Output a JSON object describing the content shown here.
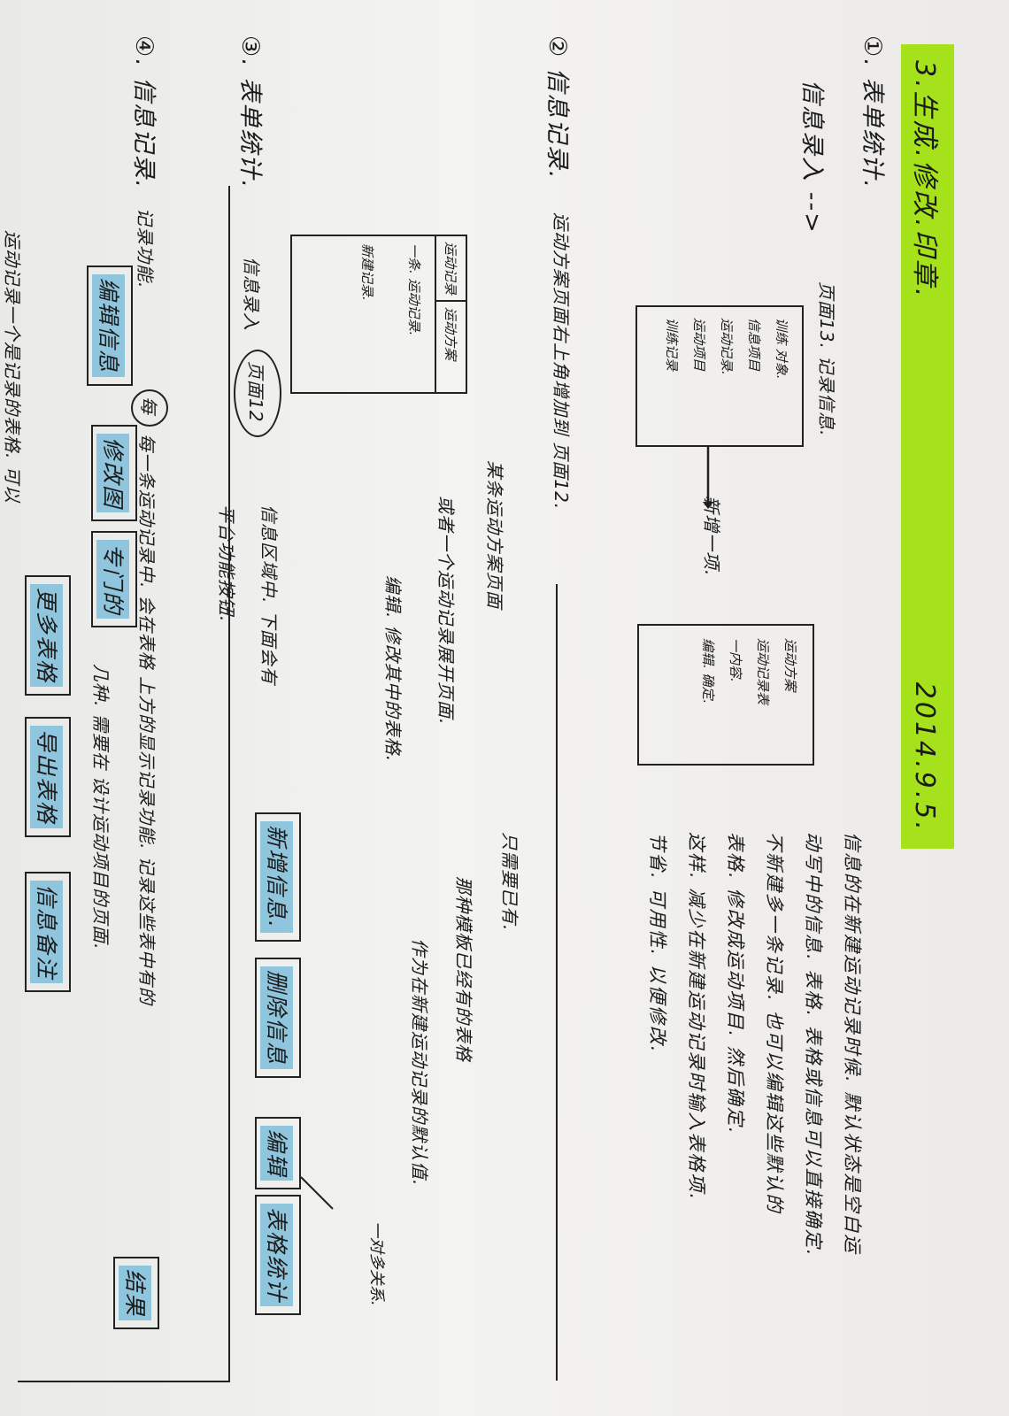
{
  "header": {
    "title": "3.生成.修改.印章.",
    "date": "2014.9.5."
  },
  "s1": {
    "heading": "①. 表单统计.",
    "sub": "信息录入 -->",
    "page13_label": "页面13. 记录信息.",
    "box1_lines": [
      "训练 对象.",
      "信息项目",
      "运动记录.",
      "运动项目",
      "训练记录"
    ],
    "arrow_text": "新增一项.",
    "box2_lines": [
      "运动方案",
      "运动记录表",
      "一内容.",
      "编辑. 确定."
    ],
    "para": "信息的在新建运动记录时候. 默认状态是空白运\n动写中的信息. 表格. 表格或信息可以直接确定.\n不新建多一条记录. 也可以编辑这些默认的\n表格. 修改成运动项目. 然后确定.\n这样. 减少在新建运动记录时输入表格项.\n节省. 可用性. 以便修改."
  },
  "s2": {
    "heading": "② 信息记录.",
    "sub": "运动方案页面右上角增加到 页面12.",
    "box_tabs": [
      "运动记录",
      "运动方案"
    ],
    "box_lines": [
      "一条. 运动记录.",
      "新建记录."
    ],
    "note1": "某条运动方案页面",
    "note2": "或者一个运动记录展开页面.",
    "note3": "编辑. 修改其中的表格.",
    "note4": "只需要已有.",
    "note5": "那种模板已经有的表格",
    "note6": "作为在新建运动记录的默认值."
  },
  "s3": {
    "heading": "③. 表单统计.",
    "sub": "信息录入",
    "circled": "页面12",
    "line1": "信息区域中. 下面会有",
    "line2": "平台功能按钮.",
    "buttons": [
      "新增信息.",
      "删除信息",
      "编辑",
      "表格统计"
    ],
    "callout": "一对多关系."
  },
  "s4": {
    "heading": "④. 信息记录.",
    "sub": "记录功能.",
    "circled": "每",
    "line1": "每一条运动记录中. 会在表格 上方的显示记录功能. 记录这些表中有的",
    "line2": "几种. 需要在 设计运动项目的页面.",
    "buttons1": [
      "编辑信息",
      "修改图",
      "专门的"
    ],
    "buttons2": [
      "更多表格",
      "导出表格",
      "信息备注"
    ],
    "bottom": "运动记录一个是记录的表格. 可以",
    "end_label": "结果"
  }
}
